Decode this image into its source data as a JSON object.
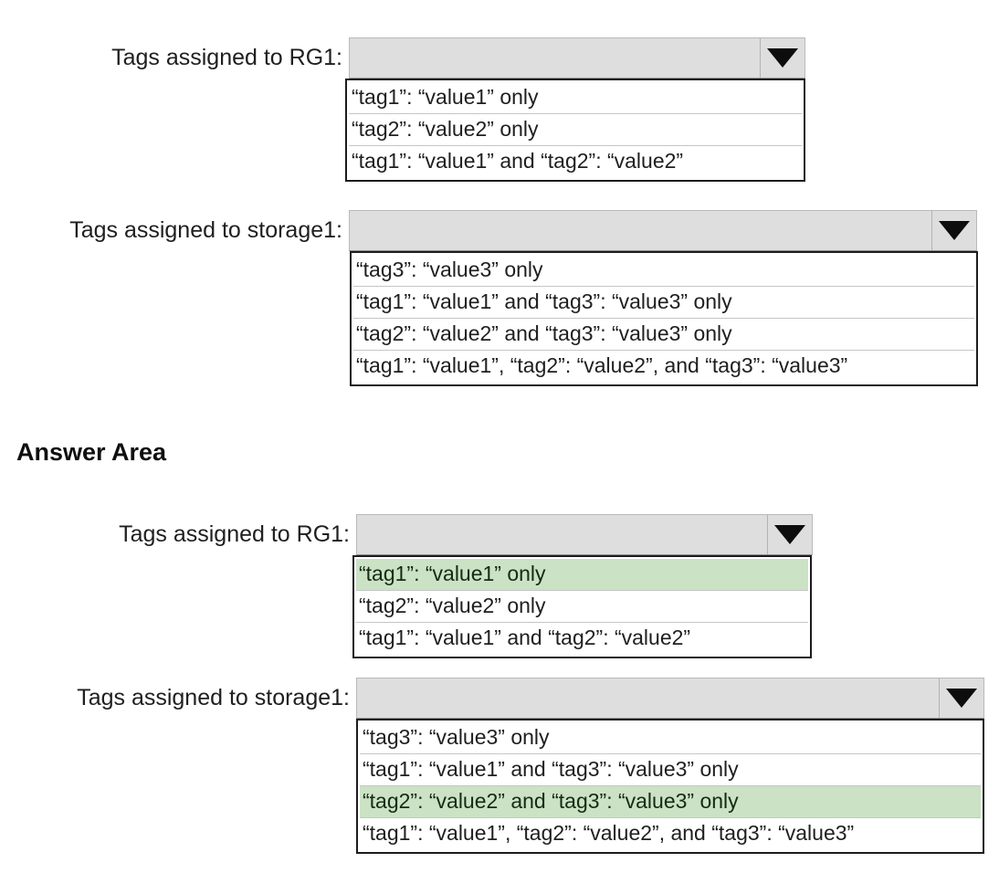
{
  "question_area": {
    "fields": [
      {
        "label": "Tags assigned to RG1:",
        "selected_value": "",
        "arrow_icon": "chevron-down-icon",
        "options": [
          "“tag1”: “value1” only",
          "“tag2”: “value2” only",
          "“tag1”: “value1” and “tag2”: “value2”"
        ]
      },
      {
        "label": "Tags assigned to storage1:",
        "selected_value": "",
        "arrow_icon": "chevron-down-icon",
        "options": [
          "“tag3”: “value3” only",
          "“tag1”: “value1” and “tag3”: “value3” only",
          "“tag2”: “value2” and “tag3”: “value3” only",
          "“tag1”: “value1”, “tag2”: “value2”, and “tag3”: “value3”"
        ]
      }
    ]
  },
  "answer_area": {
    "heading": "Answer Area",
    "fields": [
      {
        "label": "Tags assigned to RG1:",
        "selected_value": "",
        "arrow_icon": "chevron-down-icon",
        "options": [
          "“tag1”: “value1” only",
          "“tag2”: “value2” only",
          "“tag1”: “value1” and “tag2”: “value2”"
        ],
        "selected_index": 0
      },
      {
        "label": "Tags assigned to storage1:",
        "selected_value": "",
        "arrow_icon": "chevron-down-icon",
        "options": [
          "“tag3”: “value3” only",
          "“tag1”: “value1” and “tag3”: “value3” only",
          "“tag2”: “value2” and “tag3”: “value3” only",
          "“tag1”: “value1”, “tag2”: “value2”, and “tag3”: “value3”"
        ],
        "selected_index": 2
      }
    ]
  },
  "colors": {
    "highlight_green": "#cbe2c5",
    "combo_gray": "#dedede",
    "border_black": "#1c1c1c",
    "row_divider": "#c6c6c6"
  }
}
